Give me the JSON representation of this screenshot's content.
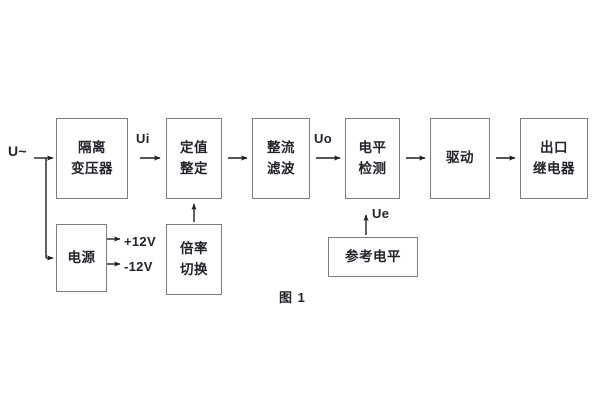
{
  "figure": {
    "caption": "图 1",
    "line_color": "#7d7d7d",
    "text_color": "#23232b",
    "background": "#ffffff"
  },
  "blocks": [
    {
      "name": "isolation-transformer",
      "lines": [
        "隔离",
        "变压器"
      ]
    },
    {
      "name": "setpoint",
      "lines": [
        "定值",
        "整定"
      ]
    },
    {
      "name": "rectify-filter",
      "lines": [
        "整流",
        "滤波"
      ]
    },
    {
      "name": "level-detect",
      "lines": [
        "电平",
        "检测"
      ]
    },
    {
      "name": "drive",
      "lines": [
        "驱动"
      ]
    },
    {
      "name": "output-relay",
      "lines": [
        "出口",
        "继电器"
      ]
    },
    {
      "name": "power-supply",
      "lines": [
        "电源"
      ]
    },
    {
      "name": "multiplier-switch",
      "lines": [
        "倍率",
        "切换"
      ]
    },
    {
      "name": "reference-level",
      "lines": [
        "参考电平"
      ]
    }
  ],
  "signal_labels": {
    "input": "U~",
    "ui": "Ui",
    "uo": "Uo",
    "ue": "Ue",
    "supply_positive": "+12V",
    "supply_negative": "-12V"
  }
}
